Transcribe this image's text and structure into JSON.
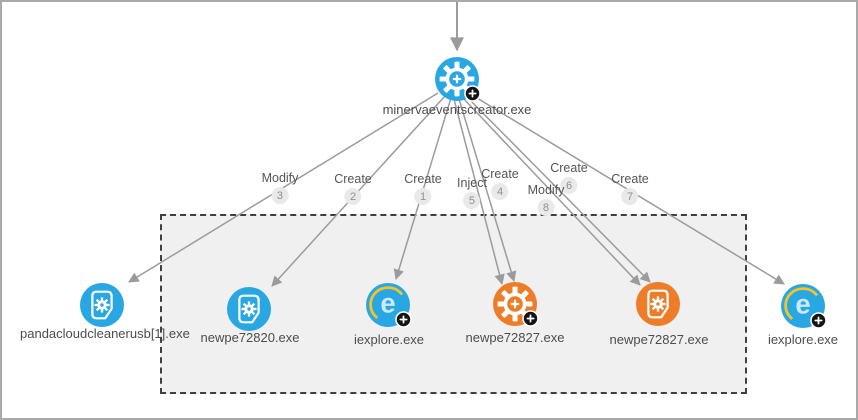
{
  "graph": {
    "root": {
      "label": "minervaeventscreator.exe",
      "icon": "gear-plus",
      "has_expand_badge": true,
      "color": "blue"
    },
    "edge_labels": [
      {
        "action": "Modify",
        "seq": "3"
      },
      {
        "action": "Create",
        "seq": "2"
      },
      {
        "action": "Create",
        "seq": "1"
      },
      {
        "action": "Inject",
        "seq": "5"
      },
      {
        "action": "Create",
        "seq": "4"
      },
      {
        "action": "Create",
        "seq": "6"
      },
      {
        "action": "Modify",
        "seq": "8"
      },
      {
        "action": "Create",
        "seq": "7"
      }
    ],
    "nodes": [
      {
        "label": "pandacloudcleanerusb[1].exe",
        "icon": "file-gear",
        "color": "blue",
        "has_expand_badge": false,
        "in_group": false
      },
      {
        "label": "newpe72820.exe",
        "icon": "file-gear",
        "color": "blue",
        "has_expand_badge": false,
        "in_group": true
      },
      {
        "label": "iexplore.exe",
        "icon": "internet-explorer",
        "color": "blue",
        "has_expand_badge": true,
        "in_group": true
      },
      {
        "label": "newpe72827.exe",
        "icon": "gear-plus",
        "color": "orange",
        "has_expand_badge": true,
        "in_group": true
      },
      {
        "label": "newpe72827.exe",
        "icon": "file-gear",
        "color": "orange",
        "has_expand_badge": false,
        "in_group": true
      },
      {
        "label": "iexplore.exe",
        "icon": "internet-explorer",
        "color": "blue",
        "has_expand_badge": true,
        "in_group": false
      }
    ],
    "colors": {
      "process_blue": "#29A7E2",
      "process_orange": "#EE7D2A",
      "edge_gray": "#9B9B9B",
      "label_gray": "#4D4D4D",
      "action_gray": "#555555",
      "badge_bg": "#E9E9E9",
      "badge_text": "#8F8F8F",
      "box_fill": "#F0F0F0",
      "box_border": "#3F3F3F",
      "canvas_border": "#A9A9A9",
      "plus_badge_bg": "#141414",
      "ie_letter": "#CBE9FB",
      "ie_swoosh": "#F7C325"
    }
  }
}
